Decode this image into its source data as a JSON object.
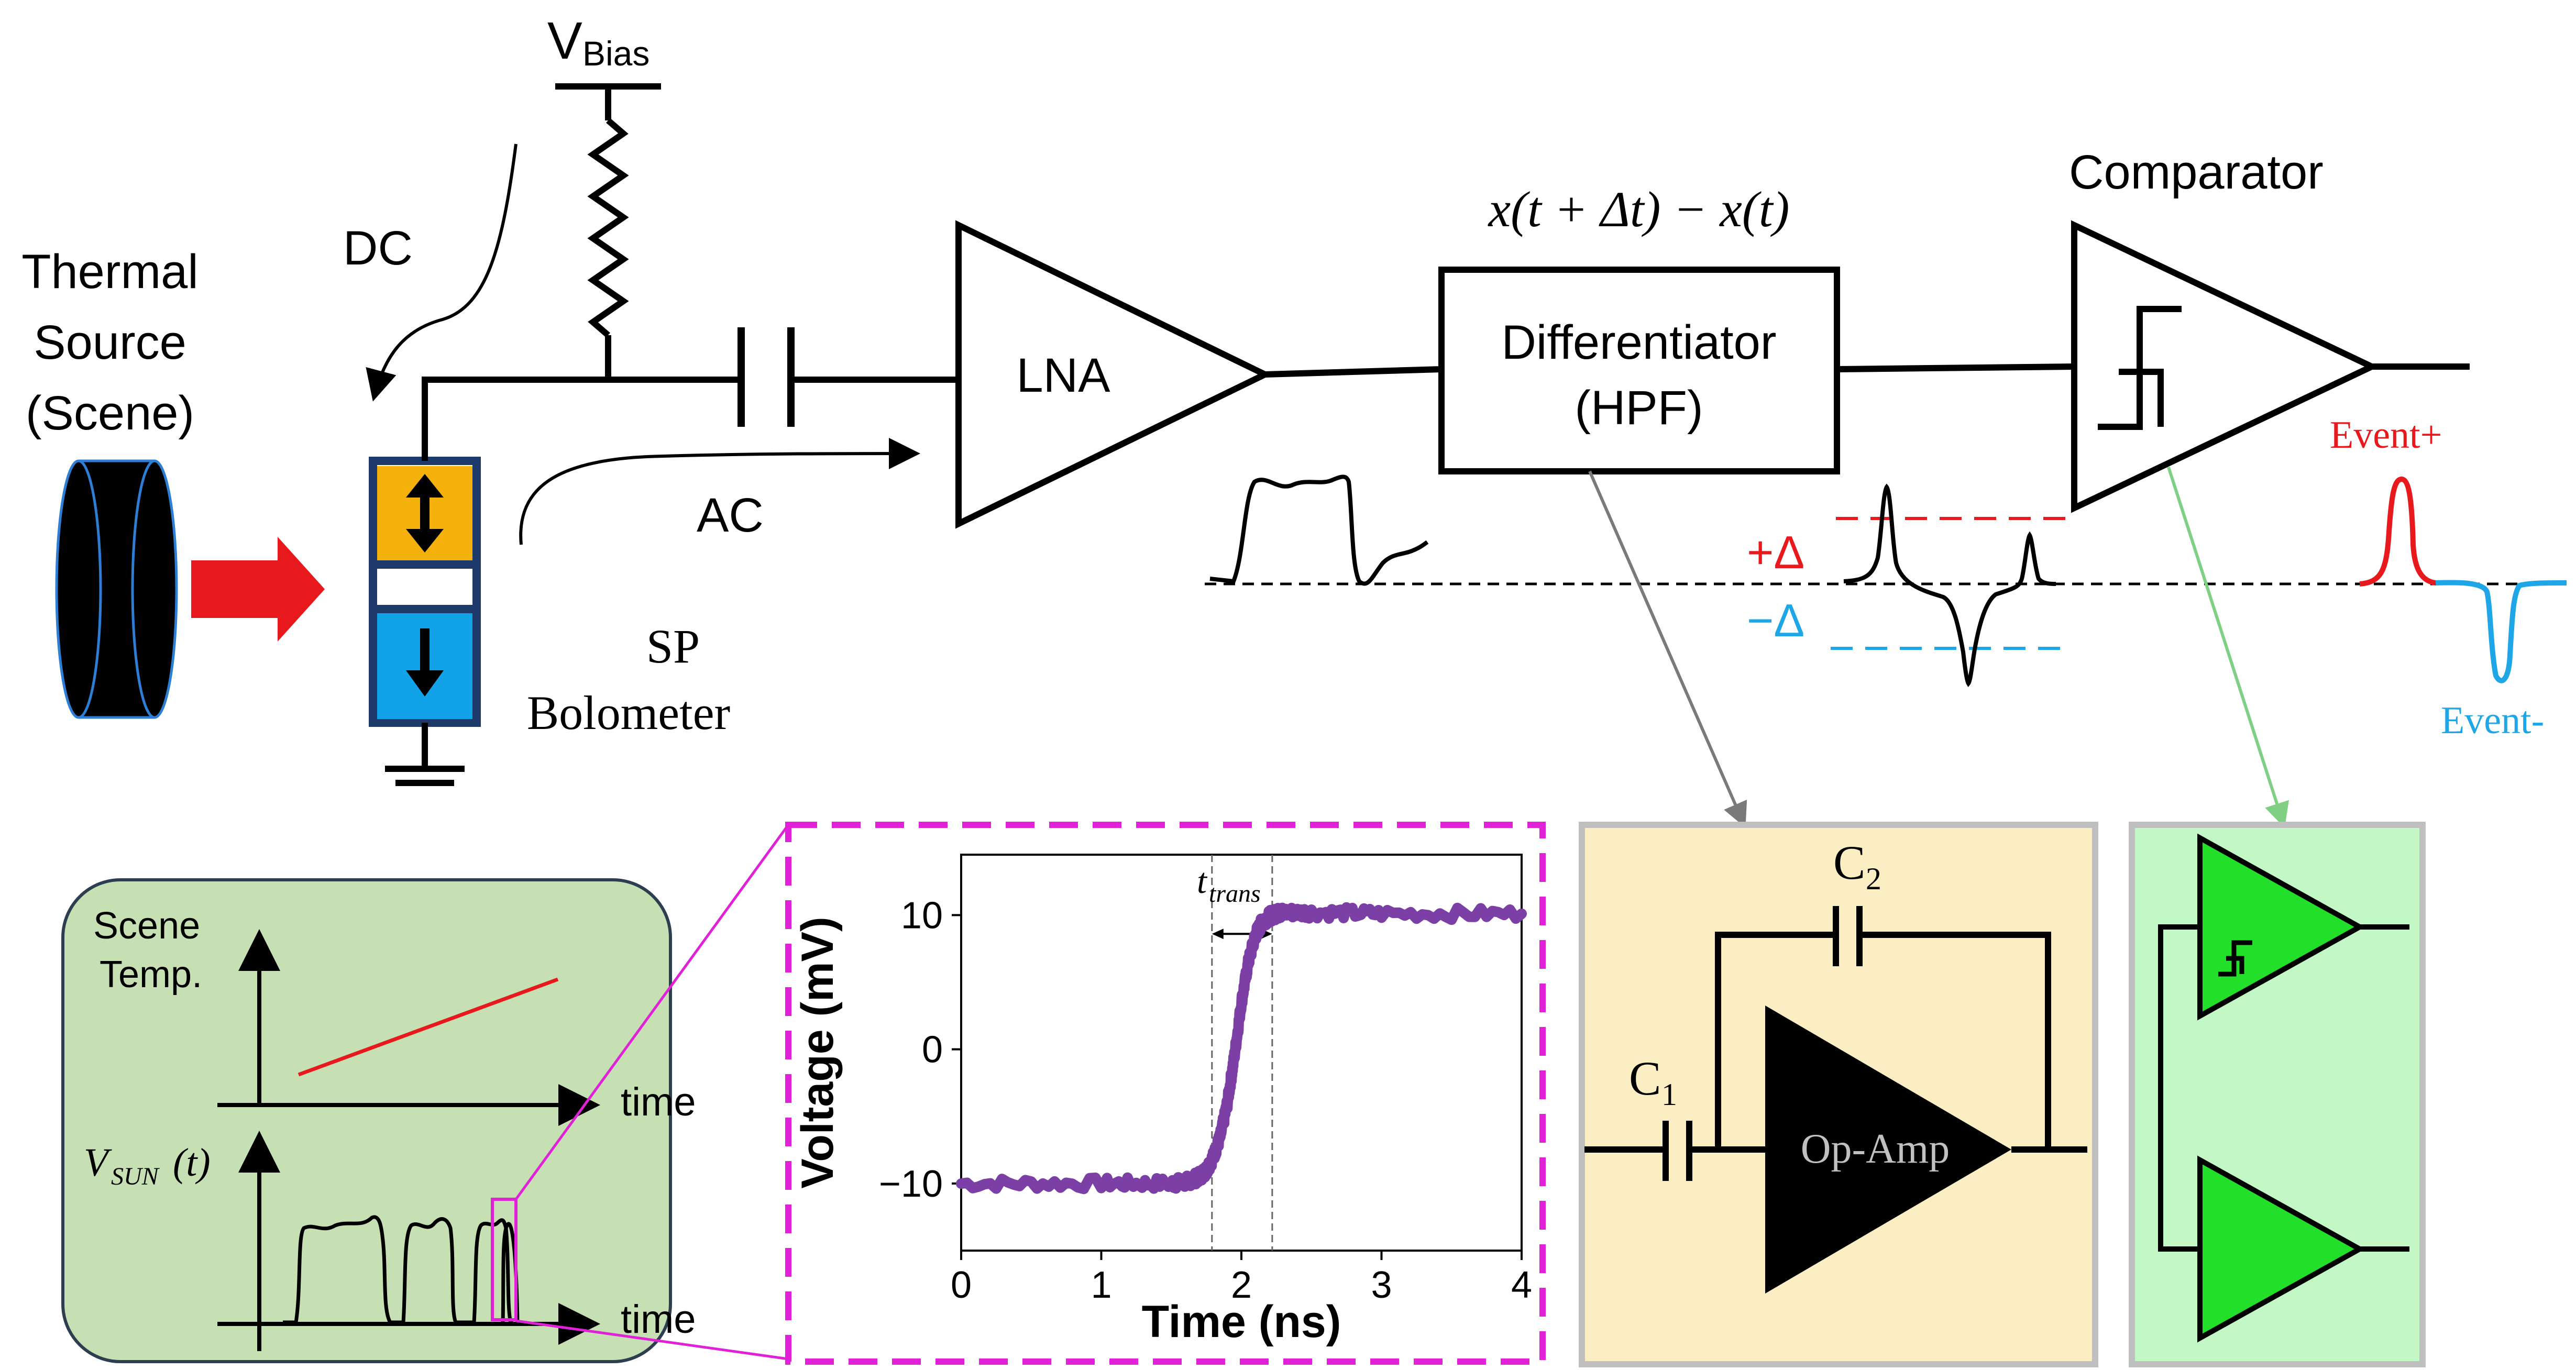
{
  "colors": {
    "ink": "#000000",
    "red": "#e8191c",
    "blue": "#1ea6e6",
    "purple": "#7b3fa6",
    "magenta": "#e021d8",
    "bolometer_top": "#f4b10b",
    "bolometer_bottom": "#12a2e8",
    "bolometer_border": "#1d3a6b",
    "inset_green": "#c6e0b4",
    "opamp_panel": "#fbeec3",
    "comparator_panel": "#c3f7c5",
    "comp_triangle": "#22e02a",
    "panel_border": "#bfbfbf",
    "grey_arrow": "#7a7a7a",
    "green_arrow": "#7fcf84"
  },
  "labels": {
    "thermal_source": [
      "Thermal",
      "Source",
      "(Scene)"
    ],
    "dc": "DC",
    "ac": "AC",
    "vbias_main": "V",
    "vbias_sub": "Bias",
    "sp_bolometer": [
      "SP",
      "Bolometer"
    ],
    "lna": "LNA",
    "differentiator_formula": "x(t + Δt) − x(t)",
    "differentiator": [
      "Differentiator",
      "(HPF)"
    ],
    "comparator": "Comparator",
    "plus_delta": "+Δ",
    "minus_delta": "−Δ",
    "event_plus": "Event+",
    "event_minus": "Event-"
  },
  "inset": {
    "scene_temp": [
      "Scene",
      "Temp."
    ],
    "time": "time",
    "vsun": "V",
    "vsun_sub": "SUN",
    "vsun_arg": "(t)"
  },
  "opamp_panel": {
    "c1": "C",
    "c1_sub": "1",
    "c2": "C",
    "c2_sub": "2",
    "opamp": "Op-Amp"
  },
  "chart_data": {
    "type": "line",
    "title": "",
    "xlabel": "Time (ns)",
    "ylabel": "Voltage (mV)",
    "xlim": [
      0,
      4
    ],
    "ylim": [
      -15,
      14.5
    ],
    "xticks": [
      0,
      1,
      2,
      3,
      4
    ],
    "yticks": [
      -10,
      0,
      10
    ],
    "x_tick_labels": [
      "0",
      "1",
      "2",
      "3",
      "4"
    ],
    "y_tick_labels": [
      "−10",
      "0",
      "10"
    ],
    "annotation": "t",
    "annotation_sub": "trans",
    "transition_markers_x": [
      1.79,
      2.22
    ],
    "series": [
      {
        "x": [
          0,
          1.0,
          1.5,
          1.6,
          1.7,
          1.75,
          1.8,
          1.85,
          1.9,
          1.95,
          2.0,
          2.05,
          2.1,
          2.15,
          2.2,
          2.25,
          2.3,
          2.5,
          3.0,
          4.0
        ],
        "values": [
          -10,
          -10,
          -10,
          -9.9,
          -9.5,
          -9.0,
          -8.0,
          -6.5,
          -4.0,
          -0.5,
          3.5,
          6.5,
          8.5,
          9.5,
          9.9,
          10.1,
          10.2,
          10.2,
          10.1,
          10.1
        ]
      }
    ],
    "grid": false,
    "legend": "none"
  }
}
